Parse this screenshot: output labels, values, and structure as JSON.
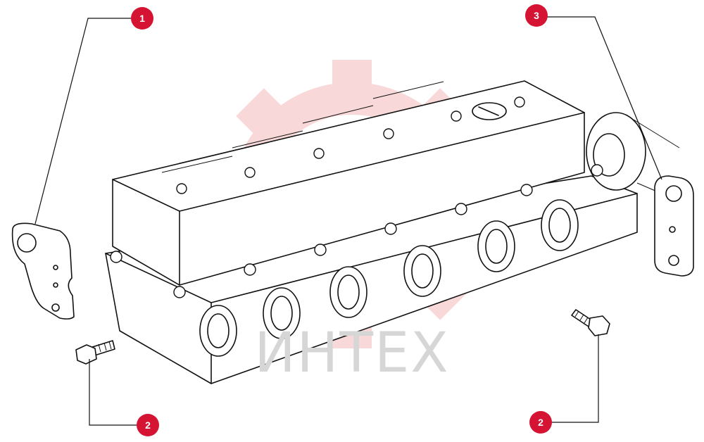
{
  "watermark": {
    "text": "ИНТЕХ",
    "logo_color": "#f3c3c3",
    "text_color": "#d6d6d6"
  },
  "callouts": [
    {
      "label": "1",
      "part": "left-bracket"
    },
    {
      "label": "2",
      "part": "left-bolt"
    },
    {
      "label": "3",
      "part": "right-bracket"
    },
    {
      "label": "2",
      "part": "right-bolt"
    }
  ],
  "colors": {
    "callout_fill": "#d41432",
    "line": "#111111"
  }
}
